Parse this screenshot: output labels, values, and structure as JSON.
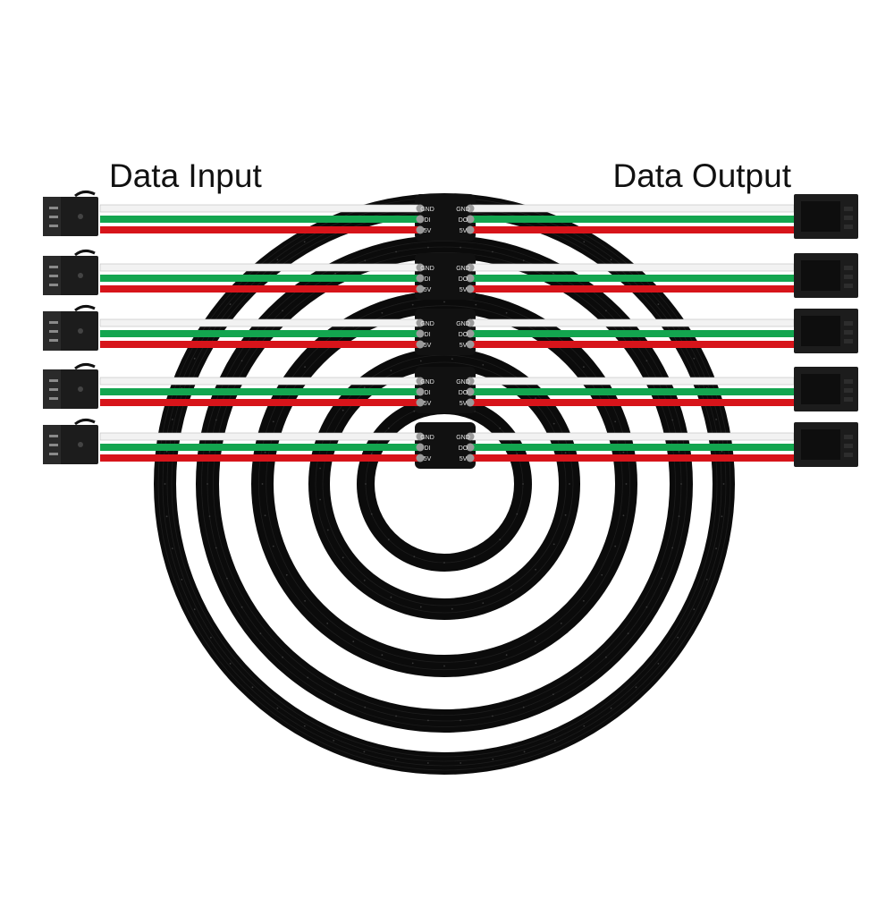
{
  "labels": {
    "input": "Data Input",
    "output": "Data Output"
  },
  "pads": {
    "gnd": "GND",
    "din": "DI",
    "dout": "DO",
    "vcc": "5V"
  },
  "rings": {
    "count": 5
  },
  "colors": {
    "board": "#0b0b0b",
    "wire_white": "#f2f2f2",
    "wire_green": "#13a54f",
    "wire_red": "#d7141a",
    "connector": "#1c1c1c"
  }
}
